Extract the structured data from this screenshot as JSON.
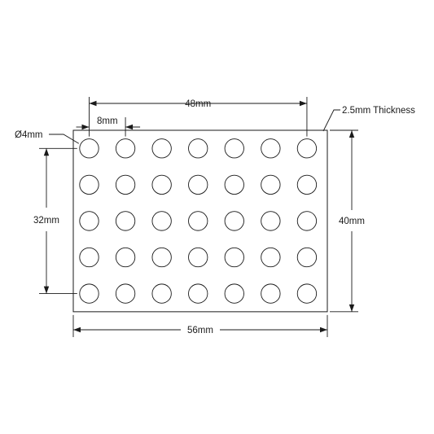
{
  "drawing": {
    "plate": {
      "width_mm": 56,
      "height_mm": 40,
      "hole_columns": 7,
      "hole_rows": 5,
      "hole_pitch_mm": 8,
      "hole_diameter_mm": 4
    },
    "labels": {
      "width": "56mm",
      "height": "40mm",
      "span_x": "48mm",
      "span_y": "32mm",
      "pitch": "8mm",
      "hole_diameter": "Ø4mm",
      "thickness": "2.5mm Thickness"
    }
  }
}
